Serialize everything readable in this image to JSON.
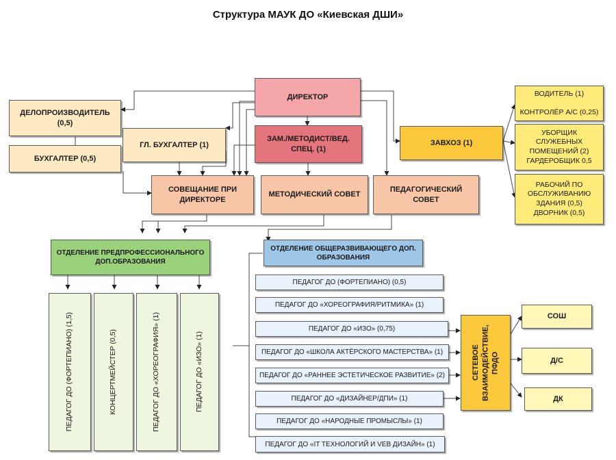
{
  "title": "Структура МАУК ДО «Киевская ДШИ»",
  "nodes": {
    "director": "ДИРЕКТОР",
    "deputy": "ЗАМ./МЕТОДИСТ/ВЕД. СПЕЦ. (1)",
    "chief_accountant": "ГЛ. БУХГАЛТЕР (1)",
    "clerk": "ДЕЛОПРОИЗВОДИТЕЛЬ\n(0,5)",
    "accountant": "БУХГАЛТЕР (0,5)",
    "council_director": "СОВЕЩАНИЕ ПРИ ДИРЕКТОРЕ",
    "methodical_council": "МЕТОДИЧЕСКИЙ СОВЕТ",
    "pedagogical_council": "ПЕДАГОГИЧЕСКИЙ СОВЕТ",
    "supply_manager": "ЗАВХОЗ (1)",
    "driver": "ВОДИТЕЛЬ (1)\n\nКОНТРОЛЁР А/С (0,25)",
    "cleaner": "УБОРЩИК СЛУЖЕБНЫХ ПОМЕЩЕНИЙ (2)\nГАРДЕРОБЩИК 0,5",
    "worker": "РАБОЧИЙ ПО ОБСЛУЖИВАНИЮ ЗДАНИЯ (0,5)\nДВОРНИК (0,5)",
    "dept_preprof": "ОТДЕЛЕНИЕ ПРЕДПРОФЕССИОНАЛЬНОГО\nДОП.ОБРАЗОВАНИЯ",
    "dept_general": "ОТДЕЛЕНИЕ ОБЩЕРАЗВИВАЮЩЕГО ДОП.\nОБРАЗОВАНИЯ",
    "network": "СЕТЕВОЕ ВЗАИМОДЕЙСТВИЕ, ПФДО"
  },
  "preprof_staff": [
    "ПЕДАГОГ ДО (ФОРТЕПИАНО) (1,5)",
    "КОНЦЕРТМЕЙСТЕР (0,5)",
    "ПЕДАГОГ ДО «ХОРЕОГРАФИЯ» (1)",
    "ПЕДАГОГ ДО «ИЗО» (1)"
  ],
  "general_staff": [
    "ПЕДАГОГ ДО (ФОРТЕПИАНО) (0,5)",
    "ПЕДАГОГ ДО «ХОРЕОГРАФИЯ/РИТМИКА» (1)",
    "ПЕДАГОГ ДО «ИЗО» (0,75)",
    "ПЕДАГОГ ДО «ШКОЛА АКТЁРСКОГО МАСТЕРСТВА» (1)",
    "ПЕДАГОГ ДО «РАННЕЕ ЭСТЕТИЧЕСКОЕ РАЗВИТИЕ» (2)",
    "ПЕДАГОГ ДО «ДИЗАЙНЕР/ДПИ» (1)",
    "ПЕДАГОГ ДО «НАРОДНЫЕ ПРОМЫСЛЫ» (1)",
    "ПЕДАГОГ ДО «IT ТЕХНОЛОГИЙ И VEB ДИЗАЙН» (1)"
  ],
  "partners": [
    "СОШ",
    "Д/С",
    "ДК"
  ]
}
